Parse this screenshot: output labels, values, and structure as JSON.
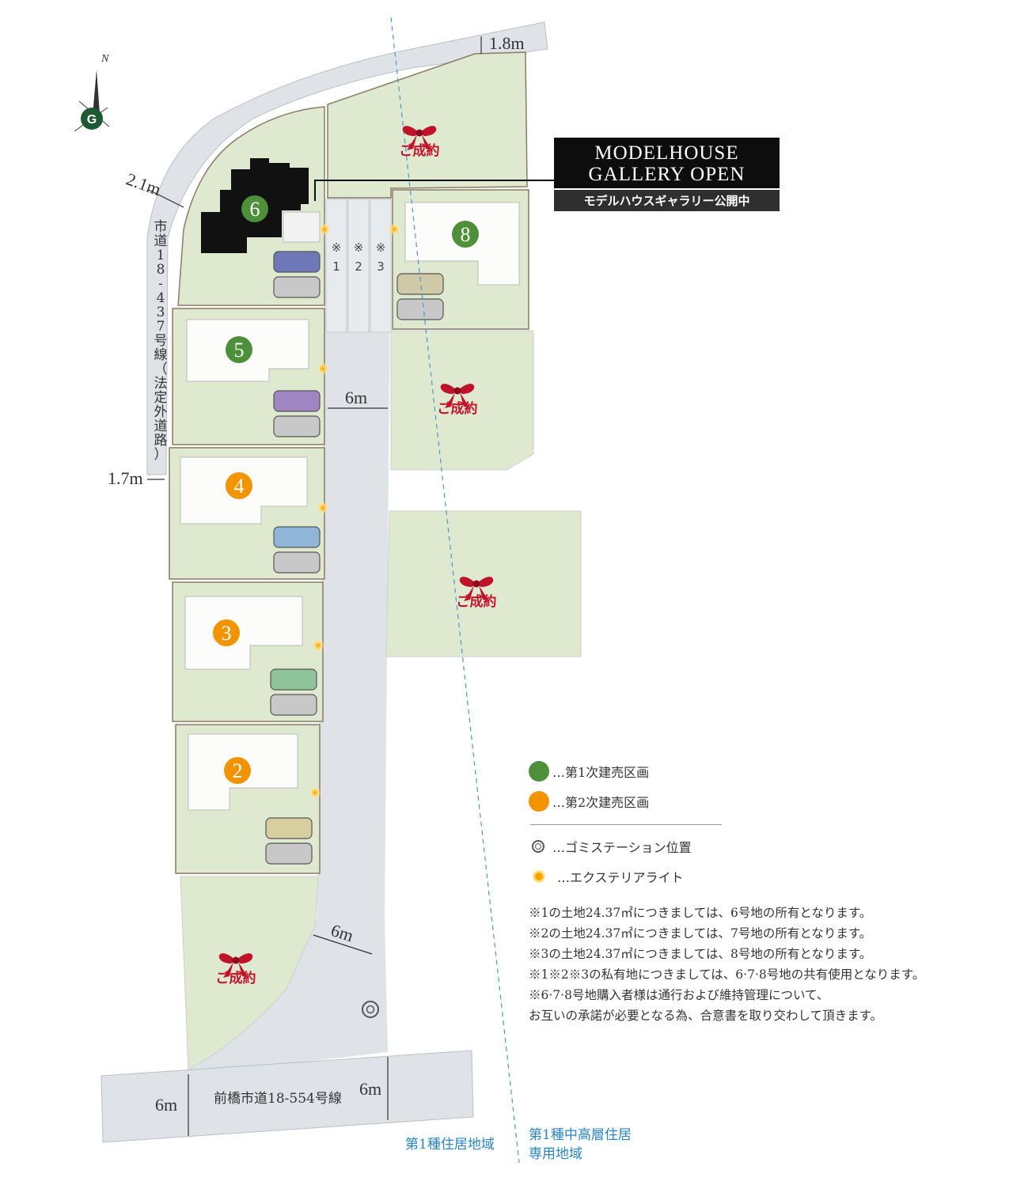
{
  "north_label": "N",
  "dimensions": {
    "top_road": "1.8m",
    "left_top": "2.1m",
    "left_mid": "1.7m",
    "inner_road": "6m",
    "lower_road": "6m",
    "front_left": "6m",
    "front_right": "6m"
  },
  "roads": {
    "side_road": "市道18-437号線（法定外道路）",
    "side_road_chars": [
      "市",
      "道",
      "1",
      "8",
      "-",
      "4",
      "3",
      "7",
      "号",
      "線",
      "（",
      "法",
      "定",
      "外",
      "道",
      "路",
      "）"
    ],
    "front_road": "前橋市道18-554号線"
  },
  "lots": [
    {
      "number": "6",
      "phase": "1"
    },
    {
      "number": "8",
      "phase": "1"
    },
    {
      "number": "5",
      "phase": "1"
    },
    {
      "number": "4",
      "phase": "2"
    },
    {
      "number": "3",
      "phase": "2"
    },
    {
      "number": "2",
      "phase": "2"
    }
  ],
  "sold_label": "ご成約",
  "private_strips": [
    {
      "mark": "※",
      "num": "1"
    },
    {
      "mark": "※",
      "num": "2"
    },
    {
      "mark": "※",
      "num": "3"
    }
  ],
  "banner": {
    "line1": "MODELHOUSE",
    "line2": "GALLERY OPEN",
    "sub": "モデルハウスギャラリー公開中"
  },
  "legend": {
    "phase1": "…第1次建売区画",
    "phase2": "…第2次建売区画",
    "garbage": "…ゴミステーション位置",
    "light": "…エクステリアライト"
  },
  "notes": [
    "※1の土地24.37㎡につきましては、6号地の所有となります。",
    "※2の土地24.37㎡につきましては、7号地の所有となります。",
    "※3の土地24.37㎡につきましては、8号地の所有となります。",
    "※1※2※3の私有地につきましては、6·7·8号地の共有使用となります。",
    "※6·7·8号地購入者様は通行および維持管理について、",
    "お互いの承諾が必要となる為、合意書を取り交わして頂きます。"
  ],
  "zones": {
    "left": "第1種住居地域",
    "right_line1": "第1種中高層住居",
    "right_line2": "専用地域"
  },
  "colors": {
    "lot_green": "#dfe9cf",
    "road_gray": "#dfe3e7",
    "phase1": "#4e8f3a",
    "phase2": "#f29400",
    "sold_red": "#c1122b",
    "zone_blue": "#2a86c2"
  }
}
